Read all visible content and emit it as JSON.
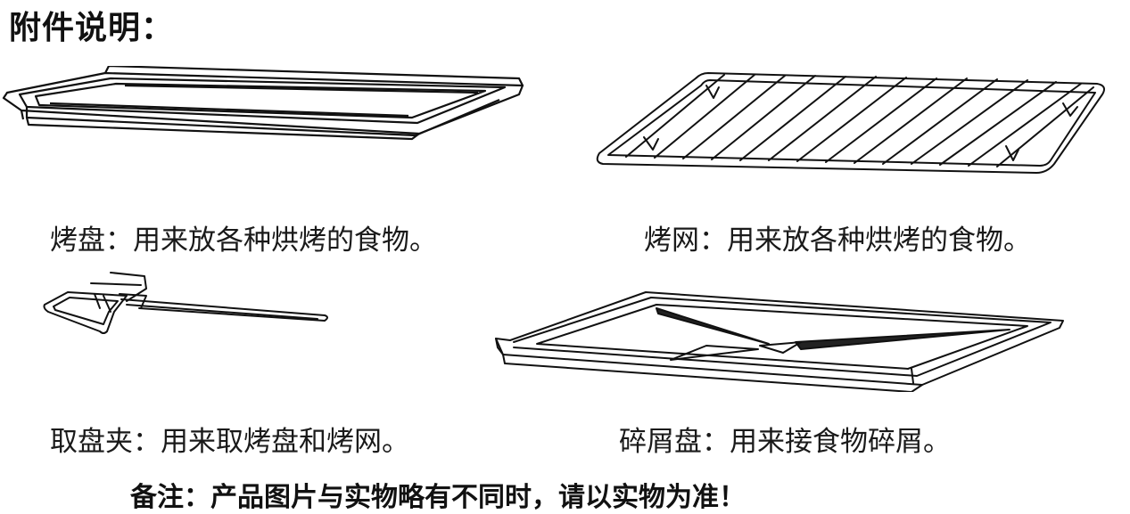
{
  "heading": "附件说明：",
  "accessories": [
    {
      "name": "烤盘",
      "description": "烤盘：用来放各种烘烤的食物。",
      "icon": "baking-tray-icon"
    },
    {
      "name": "烤网",
      "description": "烤网：用来放各种烘烤的食物。",
      "icon": "wire-rack-icon"
    },
    {
      "name": "取盘夹",
      "description": "取盘夹：用来取烤盘和烤网。",
      "icon": "tray-clip-icon"
    },
    {
      "name": "碎屑盘",
      "description": "碎屑盘：用来接食物碎屑。",
      "icon": "crumb-tray-icon"
    }
  ],
  "note": "备注：产品图片与实物略有不同时，请以实物为准！",
  "colors": {
    "ink": "#111111",
    "background": "#ffffff"
  }
}
